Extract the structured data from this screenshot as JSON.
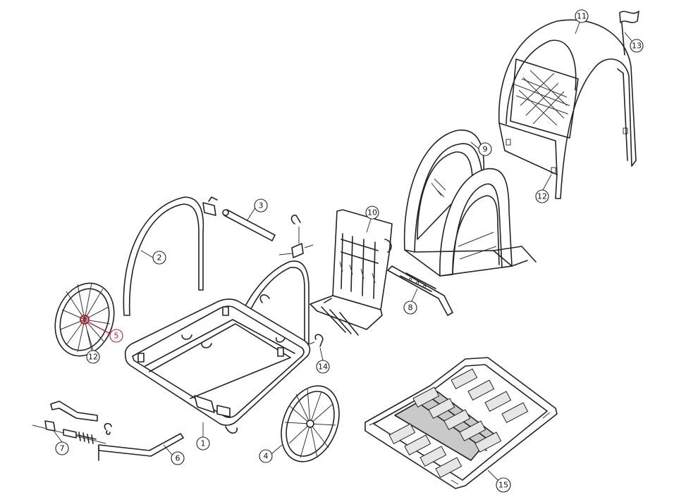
{
  "figure": {
    "callouts": [
      {
        "id": "c1",
        "label": "1"
      },
      {
        "id": "c2",
        "label": "2"
      },
      {
        "id": "c3",
        "label": "3"
      },
      {
        "id": "c4",
        "label": "4"
      },
      {
        "id": "c5",
        "label": "5",
        "highlight": true
      },
      {
        "id": "c6",
        "label": "6"
      },
      {
        "id": "c7",
        "label": "7"
      },
      {
        "id": "c8",
        "label": "8"
      },
      {
        "id": "c9",
        "label": "9"
      },
      {
        "id": "c10",
        "label": "10"
      },
      {
        "id": "c11",
        "label": "11"
      },
      {
        "id": "c12a",
        "label": "12"
      },
      {
        "id": "c12b",
        "label": "12"
      },
      {
        "id": "c13",
        "label": "13"
      },
      {
        "id": "c14",
        "label": "14"
      },
      {
        "id": "c15",
        "label": "15"
      }
    ],
    "colors": {
      "line": "#222222",
      "highlight": "#c0202a",
      "background": "#ffffff"
    }
  }
}
